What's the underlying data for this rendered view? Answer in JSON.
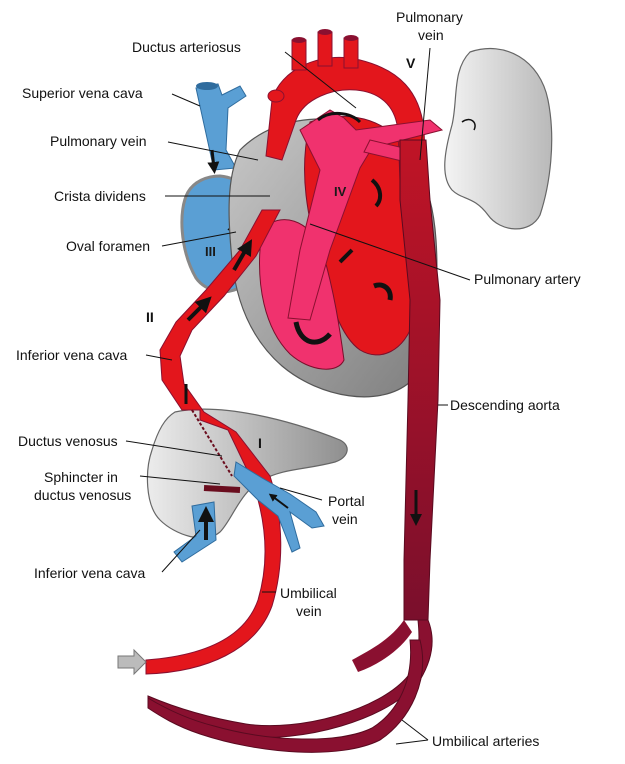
{
  "labels": {
    "pulmonary_vein_top": [
      "Pulmonary",
      "vein"
    ],
    "ductus_arteriosus": "Ductus arteriosus",
    "superior_vena_cava": "Superior vena cava",
    "pulmonary_vein_left": "Pulmonary vein",
    "crista_dividens": "Crista dividens",
    "oval_foramen": "Oval foramen",
    "pulmonary_artery": "Pulmonary artery",
    "inferior_vena_cava_upper": "Inferior vena cava",
    "descending_aorta": "Descending aorta",
    "ductus_venosus": "Ductus venosus",
    "sphincter": [
      "Sphincter in",
      "ductus venosus"
    ],
    "portal_vein": [
      "Portal",
      "vein"
    ],
    "inferior_vena_cava_lower": "Inferior vena cava",
    "umbilical_vein": [
      "Umbilical",
      "vein"
    ],
    "umbilical_arteries": "Umbilical arteries"
  },
  "roman_numerals": {
    "i": "I",
    "ii": "II",
    "iii": "III",
    "iv": "IV",
    "v": "V"
  },
  "colors": {
    "oxygenated_red": "#e3161c",
    "dark_red": "#8a1030",
    "pink_mixed": "#f0326e",
    "venous_blue": "#5a9fd4",
    "organ_gray": "#cfcfcf"
  }
}
